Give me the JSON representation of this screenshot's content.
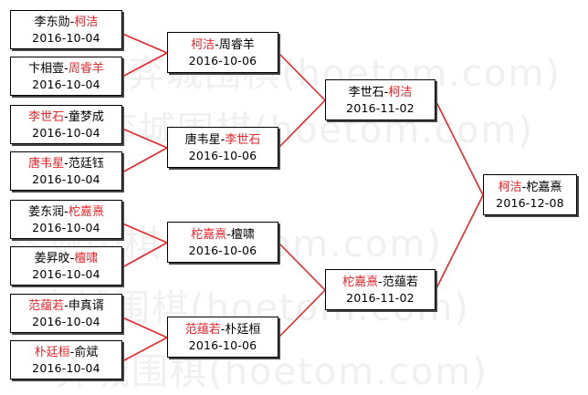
{
  "watermark": "弈城围棋(hoetom.com)",
  "matches": [
    {
      "id": "r1m1",
      "p1": "李东勋",
      "p2": "柯洁",
      "winner": 2,
      "date": "2016-10-04"
    },
    {
      "id": "r1m2",
      "p1": "卞相壹",
      "p2": "周睿羊",
      "winner": 2,
      "date": "2016-10-04"
    },
    {
      "id": "r1m3",
      "p1": "李世石",
      "p2": "童梦成",
      "winner": 1,
      "date": "2016-10-04"
    },
    {
      "id": "r1m4",
      "p1": "唐韦星",
      "p2": "范廷钰",
      "winner": 1,
      "date": "2016-10-04"
    },
    {
      "id": "r1m5",
      "p1": "姜东润",
      "p2": "柁嘉熹",
      "winner": 2,
      "date": "2016-10-04"
    },
    {
      "id": "r1m6",
      "p1": "姜昇旼",
      "p2": "檀啸",
      "winner": 2,
      "date": "2016-10-04"
    },
    {
      "id": "r1m7",
      "p1": "范蕴若",
      "p2": "申真谞",
      "winner": 1,
      "date": "2016-10-04"
    },
    {
      "id": "r1m8",
      "p1": "朴廷桓",
      "p2": "俞斌",
      "winner": 1,
      "date": "2016-10-04"
    },
    {
      "id": "r2m1",
      "p1": "柯洁",
      "p2": "周睿羊",
      "winner": 1,
      "date": "2016-10-06"
    },
    {
      "id": "r2m2",
      "p1": "唐韦星",
      "p2": "李世石",
      "winner": 2,
      "date": "2016-10-06"
    },
    {
      "id": "r2m3",
      "p1": "柁嘉熹",
      "p2": "檀啸",
      "winner": 1,
      "date": "2016-10-06"
    },
    {
      "id": "r2m4",
      "p1": "范蕴若",
      "p2": "朴廷桓",
      "winner": 1,
      "date": "2016-10-06"
    },
    {
      "id": "r3m1",
      "p1": "李世石",
      "p2": "柯洁",
      "winner": 2,
      "date": "2016-11-02"
    },
    {
      "id": "r3m2",
      "p1": "柁嘉熹",
      "p2": "范蕴若",
      "winner": 1,
      "date": "2016-11-02"
    },
    {
      "id": "final",
      "p1": "柯洁",
      "p2": "柁嘉熹",
      "winner": 1,
      "date": "2016-12-08"
    }
  ]
}
